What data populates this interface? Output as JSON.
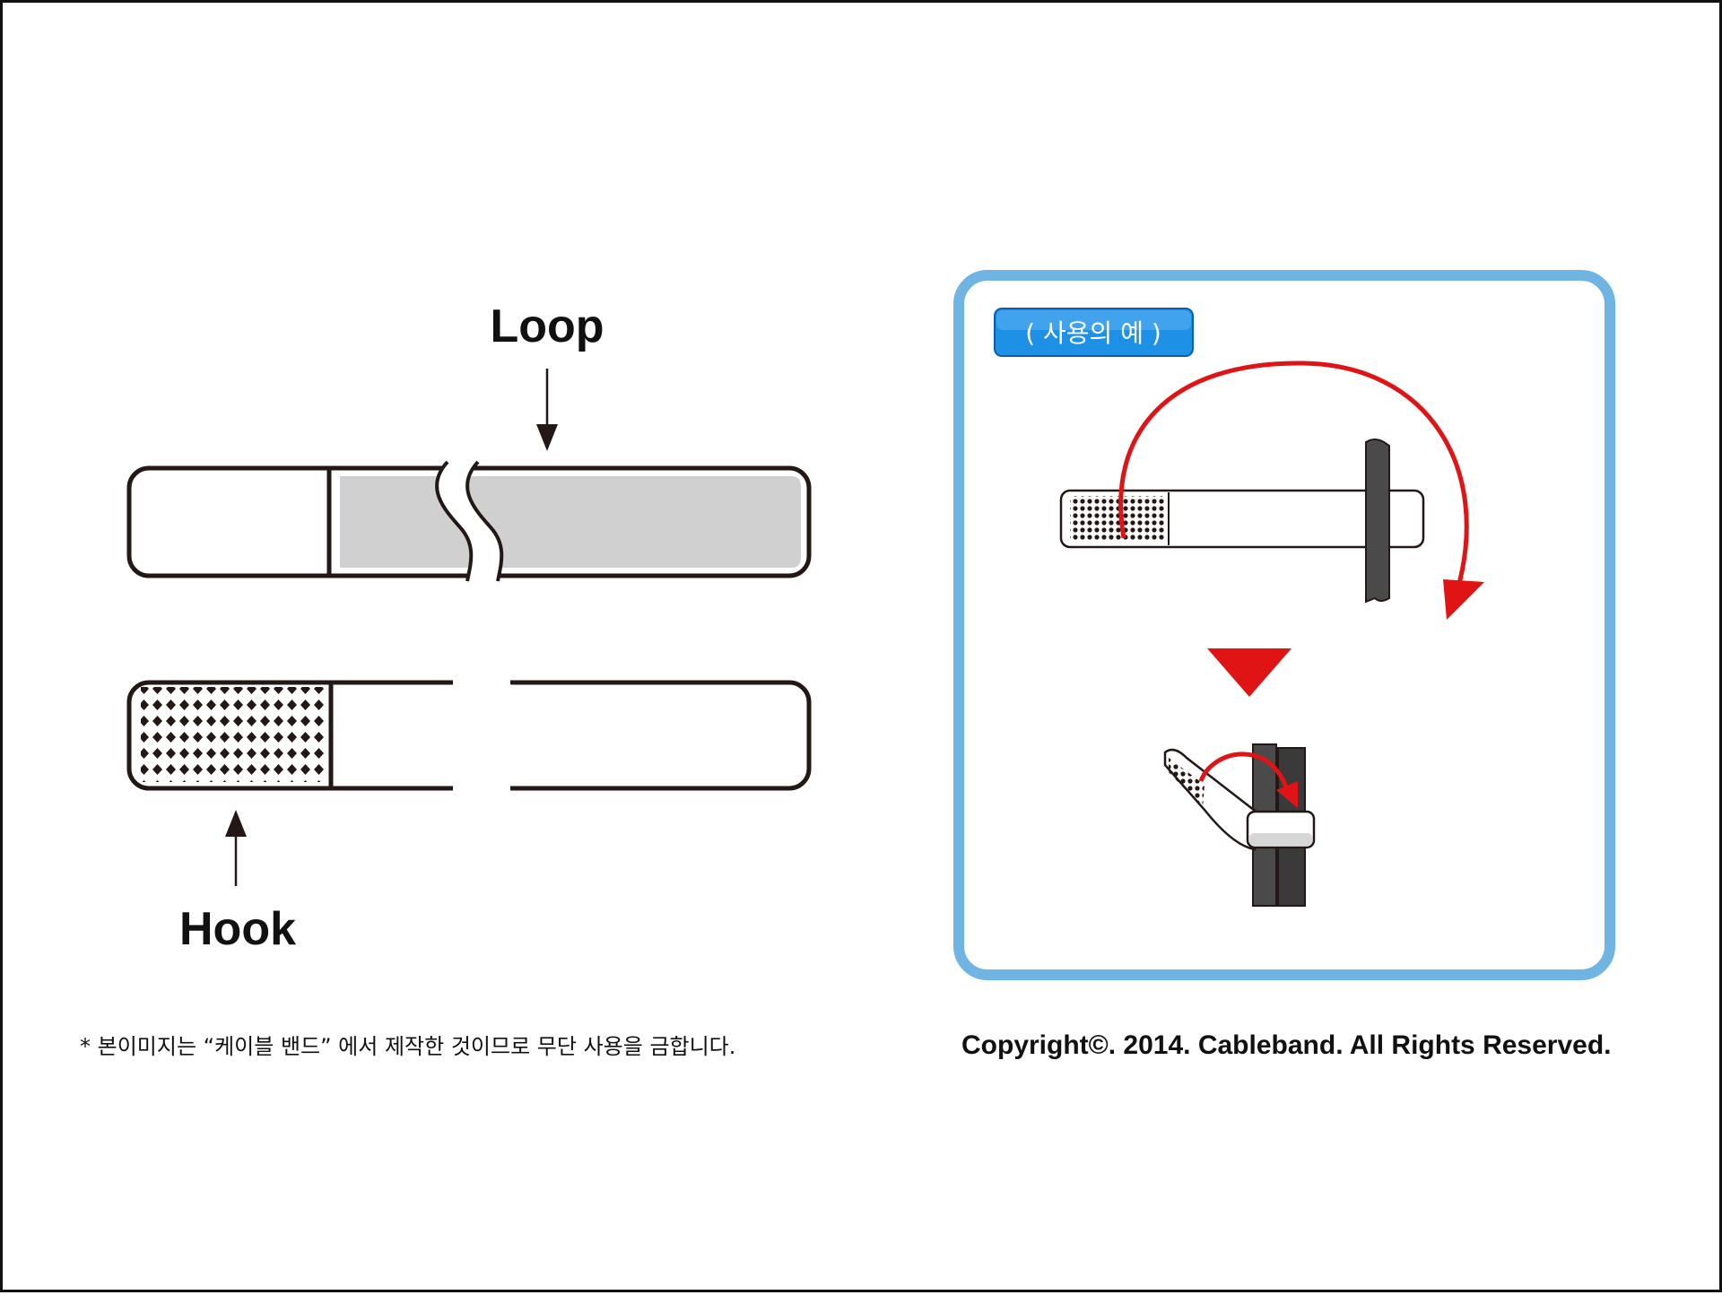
{
  "labels": {
    "loop": "Loop",
    "hook": "Hook"
  },
  "example_panel": {
    "tag": "( 사용의 예 )"
  },
  "footer": {
    "notice": "* 본이미지는 “케이블 밴드” 에서 제작한 것이므로 무단 사용을 금합니다.",
    "copyright": "Copyright©. 2014. Cableband. All Rights Reserved."
  },
  "colors": {
    "panel_border": "#6fb4e3",
    "tag_fill": "#1e90e6",
    "arrow_red": "#e01414",
    "loop_fill": "#d0d0d0",
    "outline": "#231815"
  }
}
